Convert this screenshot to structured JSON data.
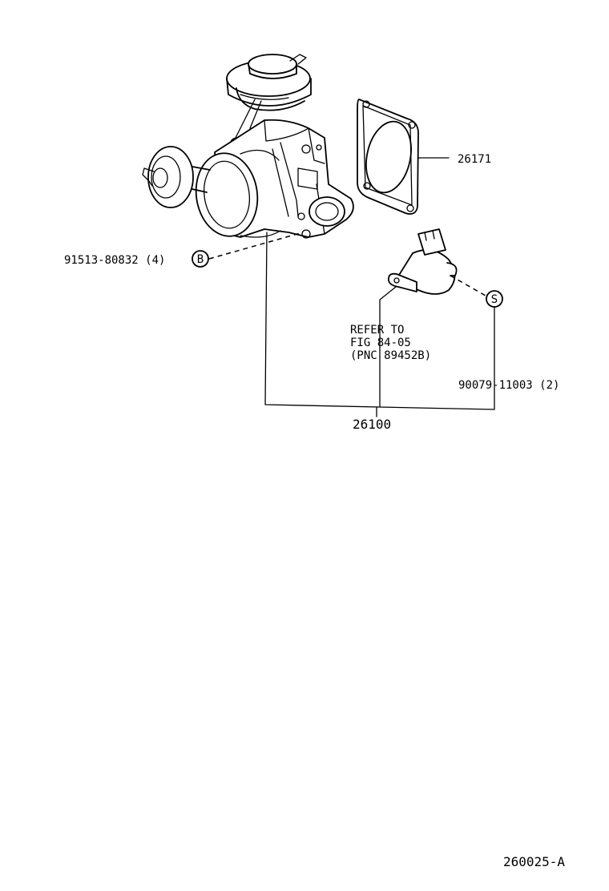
{
  "callouts": {
    "gasket": "26171",
    "bolt": "91513-80832 (4)",
    "bolt_symbol": "B",
    "screw_symbol": "S",
    "screw": "90079-11003 (2)",
    "assembly": "26100",
    "refer_line1": "REFER TO",
    "refer_line2": "FIG 84-05",
    "refer_line3": "(PNC 89452B)"
  },
  "footer": {
    "figure_id": "260025-A"
  },
  "icons": [
    "throttle-body-illustration",
    "gasket-illustration",
    "throttle-position-sensor-illustration"
  ]
}
